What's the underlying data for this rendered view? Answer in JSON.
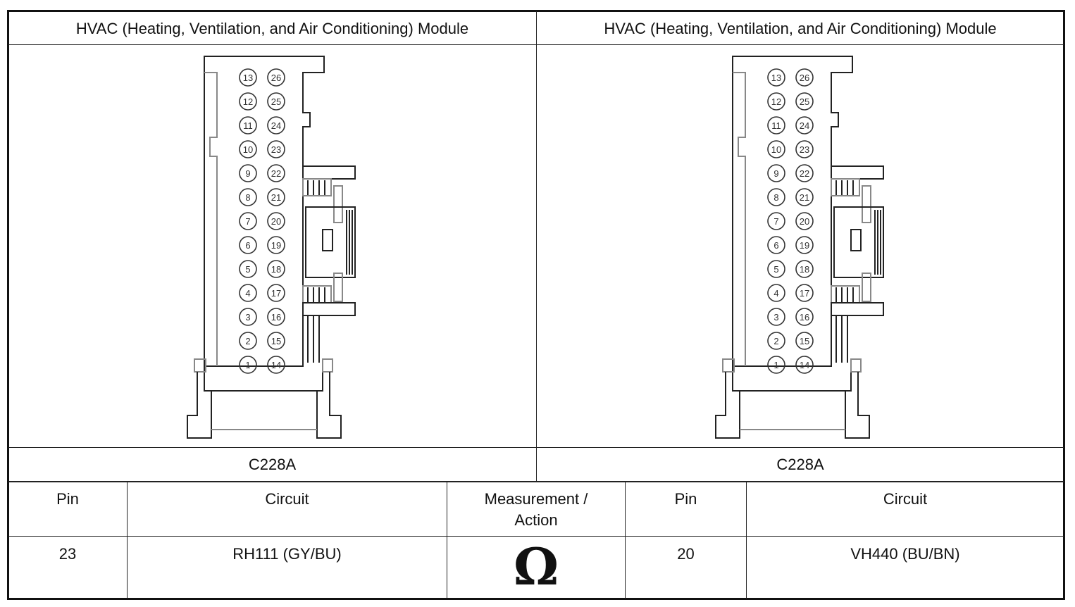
{
  "left_panel": {
    "title": "HVAC (Heating, Ventilation, and Air Conditioning) Module",
    "connector_id": "C228A",
    "pins_left_column": [
      "13",
      "12",
      "11",
      "10",
      "9",
      "8",
      "7",
      "6",
      "5",
      "4",
      "3",
      "2",
      "1"
    ],
    "pins_right_column": [
      "26",
      "25",
      "24",
      "23",
      "22",
      "21",
      "20",
      "19",
      "18",
      "17",
      "16",
      "15",
      "14"
    ]
  },
  "right_panel": {
    "title": "HVAC (Heating, Ventilation, and Air Conditioning) Module",
    "connector_id": "C228A",
    "pins_left_column": [
      "13",
      "12",
      "11",
      "10",
      "9",
      "8",
      "7",
      "6",
      "5",
      "4",
      "3",
      "2",
      "1"
    ],
    "pins_right_column": [
      "26",
      "25",
      "24",
      "23",
      "22",
      "21",
      "20",
      "19",
      "18",
      "17",
      "16",
      "15",
      "14"
    ]
  },
  "table": {
    "headers": [
      "Pin",
      "Circuit",
      "Measurement / Action",
      "Pin",
      "Circuit"
    ],
    "header_measurement_line1": "Measurement /",
    "header_measurement_line2": "Action",
    "row": {
      "pin_a": "23",
      "circuit_a": "RH111 (GY/BU)",
      "measurement_icon": "ohm-icon",
      "measurement_symbol": "Ω",
      "pin_b": "20",
      "circuit_b": "VH440 (BU/BN)"
    }
  }
}
